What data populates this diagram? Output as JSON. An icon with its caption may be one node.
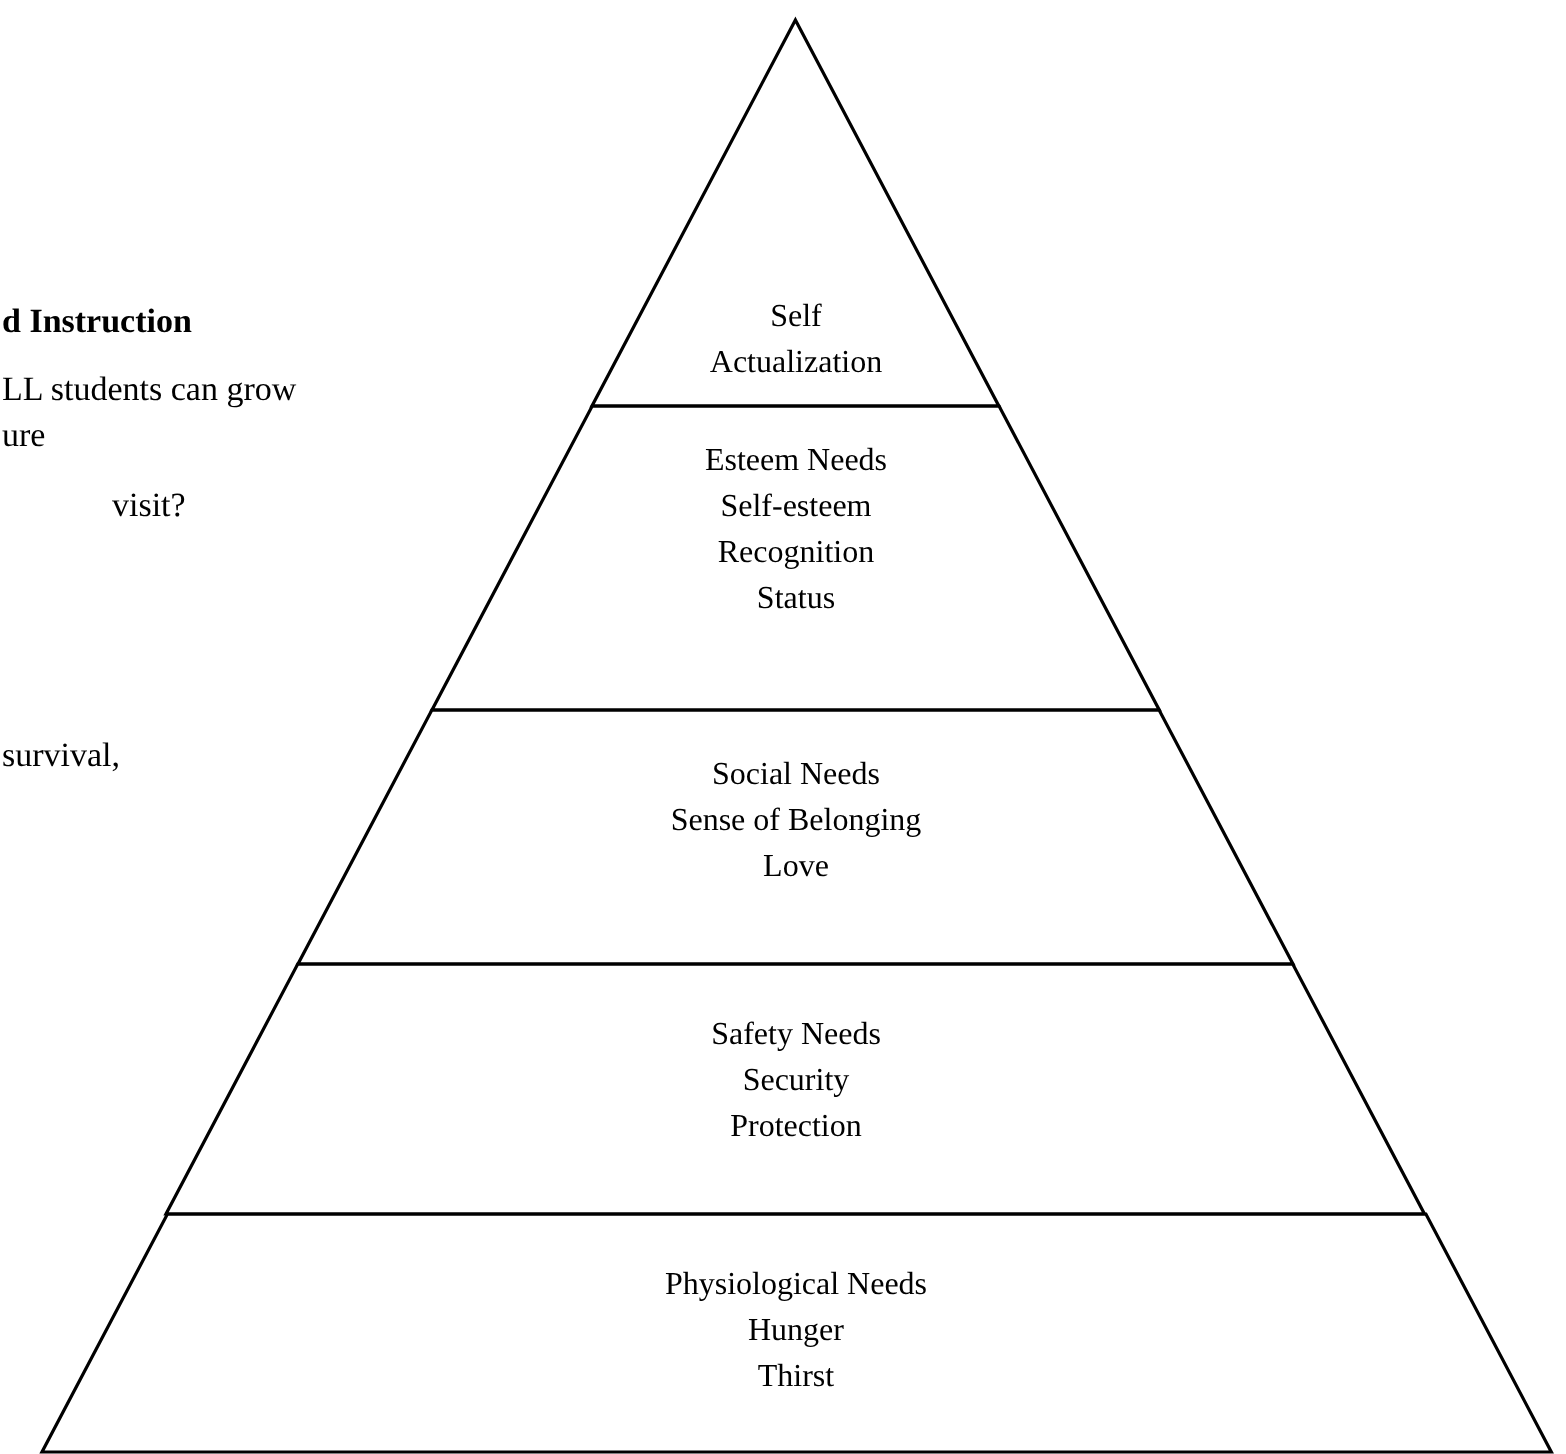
{
  "diagram": {
    "nodes": [
      {
        "text": [
          "Self Actualization"
        ]
      },
      {
        "text": [
          "Esteem Needs",
          "Self-esteem",
          "Recognition",
          "Status"
        ]
      },
      {
        "text": [
          "Social Needs",
          "Sense of Belonging",
          "Love"
        ]
      },
      {
        "text": [
          "Safety Needs",
          "Security",
          "Protection"
        ]
      },
      {
        "text": [
          "Physiological Needs",
          "Hunger",
          "Thirst"
        ]
      }
    ],
    "labels": [
      "d Instruction",
      "LL students can grow",
      "ure",
      "visit?",
      "survival,"
    ]
  }
}
